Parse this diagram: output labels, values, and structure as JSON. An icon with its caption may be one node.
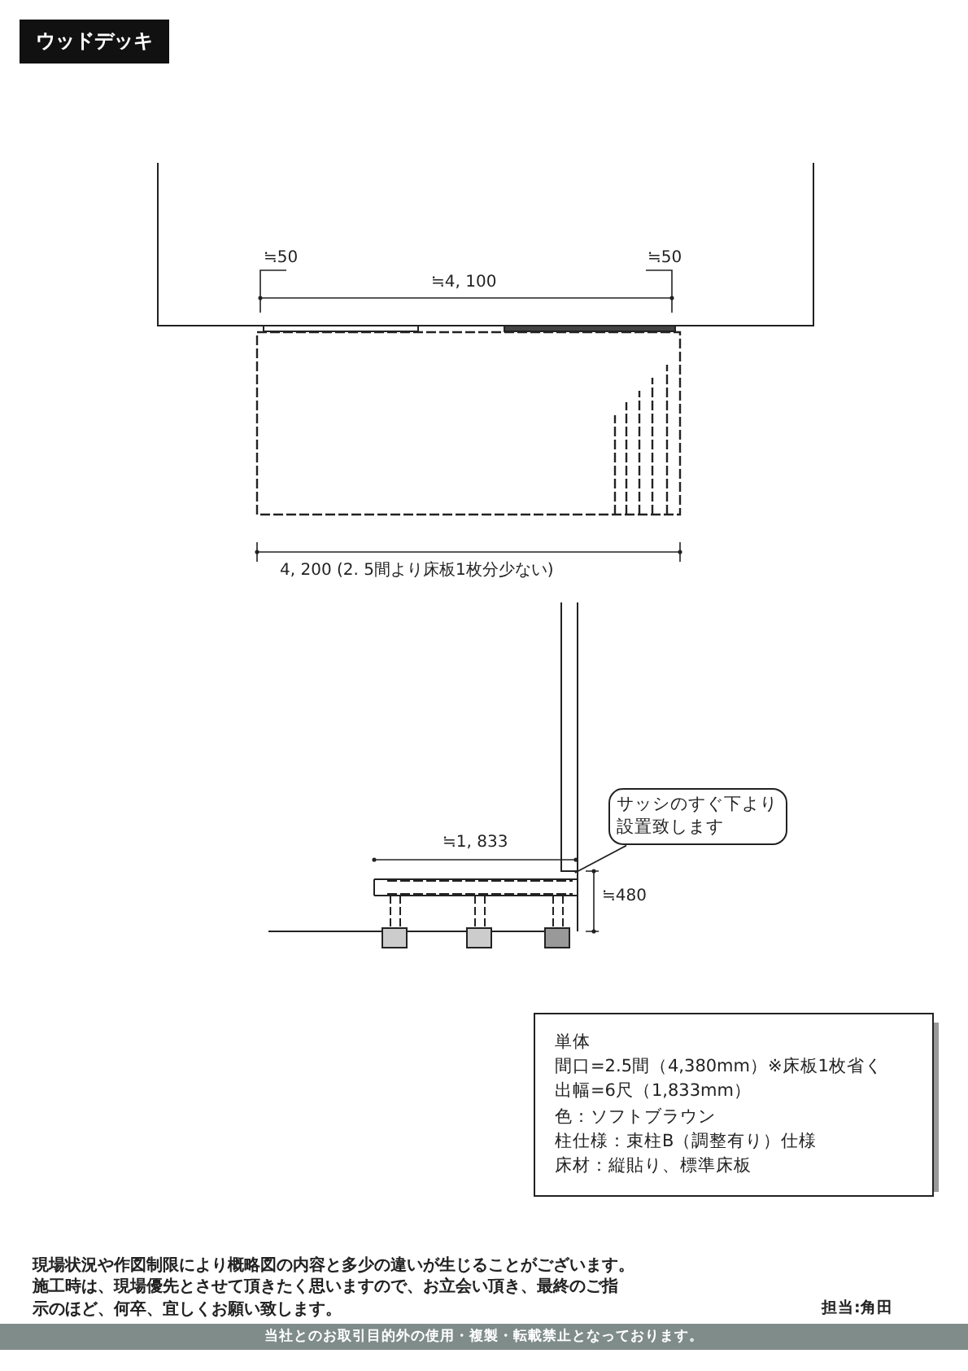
{
  "diagram": {
    "title": "ウッドデッキ",
    "nodes": [
      {
        "text": [
          "サッシのすぐ下より設置致します"
        ]
      },
      {
        "text": [
          "単体",
          "間口=2.5間（4,380mm）※床板1枚省く",
          "出幅=6尺（1,833mm）",
          "色：ソフトブラウン",
          "柱仕様：束柱B（調整有り）仕様",
          "床材：縦貼り、標準床板"
        ]
      },
      {
        "text": [],
        "shape": "picture"
      }
    ],
    "edges": [
      {
        "from": 0,
        "to": 2,
        "arrow": "none"
      }
    ],
    "labels": [
      "≒50",
      "≒4, 100",
      "≒50",
      "4, 200 (2. 5間より床板1枚分少ない)",
      "≒1, 833",
      "≒480",
      "現場状況や作図制限により概略図の内容と多少の違いが生じることがございます。",
      "施工時は、現場優先とさせて頂きたく思いますので、お立会い頂き、最終のご指示のほど、何卒、宜しくお願い致します。",
      "担当:角田",
      "当社とのお取引目的外の使用・複製・転載禁止となっております。"
    ]
  }
}
